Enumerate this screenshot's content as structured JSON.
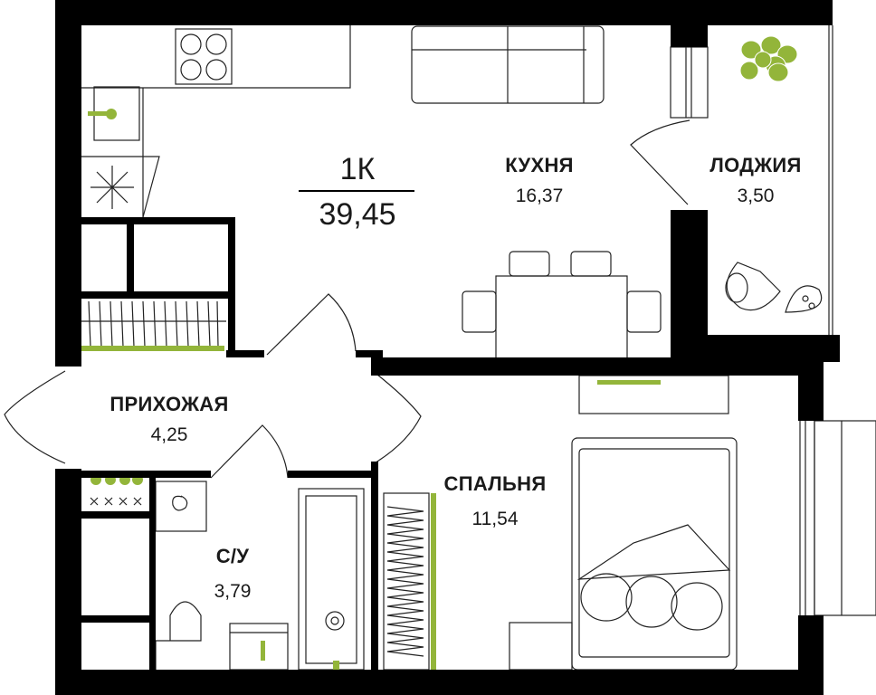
{
  "plan": {
    "type_label": "1К",
    "total_area": "39,45",
    "accent_color": "#93b53a",
    "wall_color": "#000000",
    "rooms": [
      {
        "name": "КУХНЯ",
        "area": "16,37"
      },
      {
        "name": "ЛОДЖИЯ",
        "area": "3,50"
      },
      {
        "name": "ПРИХОЖАЯ",
        "area": "4,25"
      },
      {
        "name": "СПАЛЬНЯ",
        "area": "11,54"
      },
      {
        "name": "С/У",
        "area": "3,79"
      }
    ]
  }
}
